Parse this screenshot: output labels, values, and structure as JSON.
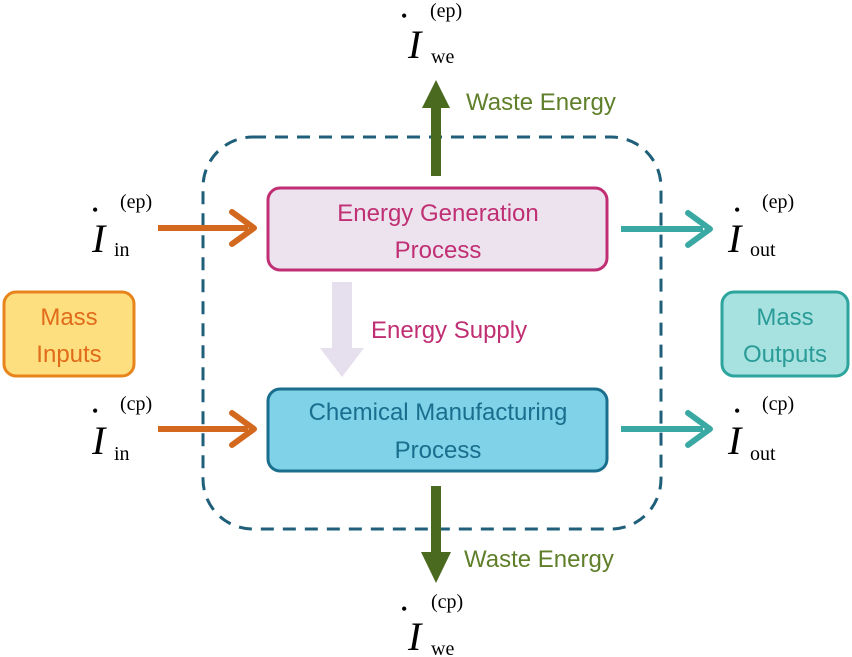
{
  "colors": {
    "boundary": "#1f5f7a",
    "waste_arrow": "#4a6b1f",
    "waste_text": "#5f7f2a",
    "input_arrow": "#d3691f",
    "output_arrow": "#3aa9a3",
    "energy_box_fill": "#ece3ef",
    "energy_box_stroke": "#c02f73",
    "energy_text": "#c02f73",
    "chem_box_fill": "#7fd2e7",
    "chem_box_stroke": "#1a6e8e",
    "chem_text": "#1a6e8e",
    "supply_arrow": "#e6dfee",
    "mass_in_fill": "#fedf7f",
    "mass_in_stroke": "#e8841c",
    "mass_in_text": "#e06b1a",
    "mass_out_fill": "#a8e2e0",
    "mass_out_stroke": "#2ea49e",
    "mass_out_text": "#2a9c97"
  },
  "processes": {
    "energy": {
      "line1": "Energy Generation",
      "line2": "Process"
    },
    "chemical": {
      "line1": "Chemical Manufacturing",
      "line2": "Process"
    }
  },
  "labels": {
    "waste_top": "Waste Energy",
    "waste_bottom": "Waste Energy",
    "energy_supply": "Energy Supply",
    "mass_inputs": {
      "line1": "Mass",
      "line2": "Inputs"
    },
    "mass_outputs": {
      "line1": "Mass",
      "line2": "Outputs"
    }
  },
  "symbols": {
    "we_ep": {
      "dot": "•",
      "base": "I",
      "sub": "we",
      "sup": "(ep)"
    },
    "we_cp": {
      "dot": "•",
      "base": "I",
      "sub": "we",
      "sup": "(cp)"
    },
    "in_ep": {
      "dot": "•",
      "base": "I",
      "sub": "in",
      "sup": "(ep)"
    },
    "in_cp": {
      "dot": "•",
      "base": "I",
      "sub": "in",
      "sup": "(cp)"
    },
    "out_ep": {
      "dot": "•",
      "base": "I",
      "sub": "out",
      "sup": "(ep)"
    },
    "out_cp": {
      "dot": "•",
      "base": "I",
      "sub": "out",
      "sup": "(cp)"
    }
  }
}
